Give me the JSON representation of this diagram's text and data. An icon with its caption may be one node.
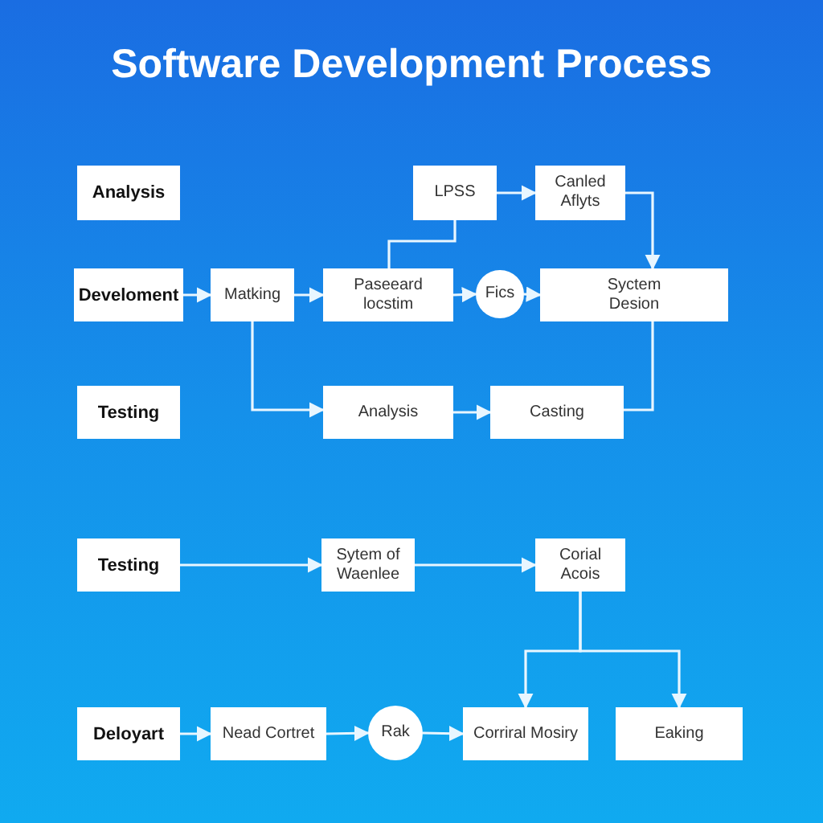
{
  "diagram": {
    "title": "Software Development Process",
    "nodes": [
      {
        "text": [
          "Analysis"
        ]
      },
      {
        "text": [
          "LPSS"
        ]
      },
      {
        "text": [
          "Canled Aflyts"
        ]
      },
      {
        "text": [
          "Develoment"
        ]
      },
      {
        "text": [
          "Matking"
        ]
      },
      {
        "text": [
          "Paseeard locstim"
        ]
      },
      {
        "text": [
          "Fics"
        ]
      },
      {
        "text": [
          "Syctem Desion"
        ]
      },
      {
        "text": [
          "Testing"
        ]
      },
      {
        "text": [
          "Analysis"
        ]
      },
      {
        "text": [
          "Casting"
        ]
      },
      {
        "text": [
          "Testing"
        ]
      },
      {
        "text": [
          "Sytem of Waenlee"
        ]
      },
      {
        "text": [
          "Corial Acois"
        ]
      },
      {
        "text": [
          "Deloyart"
        ]
      },
      {
        "text": [
          "Nead Cortret"
        ]
      },
      {
        "text": [
          "Rak"
        ]
      },
      {
        "text": [
          "Corriral Mosiry"
        ]
      },
      {
        "text": [
          "Eaking"
        ]
      }
    ],
    "edges": [
      {
        "from": 1,
        "to": 2,
        "arrow": "to"
      },
      {
        "from": 2,
        "to": 7,
        "arrow": "to"
      },
      {
        "from": 1,
        "to": 5,
        "arrow": "none"
      },
      {
        "from": 3,
        "to": 4,
        "arrow": "to"
      },
      {
        "from": 4,
        "to": 5,
        "arrow": "to"
      },
      {
        "from": 5,
        "to": 6,
        "arrow": "to"
      },
      {
        "from": 6,
        "to": 7,
        "arrow": "to"
      },
      {
        "from": 4,
        "to": 9,
        "arrow": "to"
      },
      {
        "from": 9,
        "to": 10,
        "arrow": "to"
      },
      {
        "from": 7,
        "to": 10,
        "arrow": "none"
      },
      {
        "from": 11,
        "to": 12,
        "arrow": "to"
      },
      {
        "from": 12,
        "to": 13,
        "arrow": "to"
      },
      {
        "from": 13,
        "to": 17,
        "arrow": "to"
      },
      {
        "from": 13,
        "to": 18,
        "arrow": "to"
      },
      {
        "from": 14,
        "to": 15,
        "arrow": "to"
      },
      {
        "from": 15,
        "to": 16,
        "arrow": "to"
      },
      {
        "from": 16,
        "to": 17,
        "arrow": "to"
      }
    ]
  }
}
